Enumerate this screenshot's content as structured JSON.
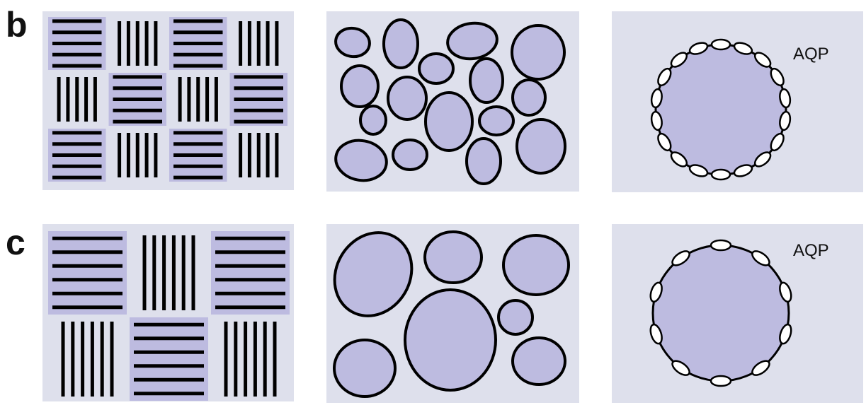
{
  "colors": {
    "panel_bg": "#dee0ec",
    "cell_fill": "#bdbbe0",
    "stroke": "#000000",
    "channel_fill": "#ffffff"
  },
  "rows": [
    {
      "label": "b",
      "aqp_label": "AQP",
      "lines_per_block": 5,
      "channel_count": 18
    },
    {
      "label": "c",
      "aqp_label": "AQP",
      "lines_per_block": 6,
      "channel_count": 10
    }
  ]
}
